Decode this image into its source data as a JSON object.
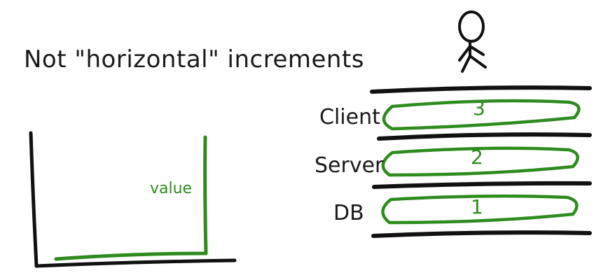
{
  "title": "Not \"horizontal\" increments",
  "chart": {
    "value_label": "value"
  },
  "layers": [
    {
      "label": "Client",
      "increment": "3"
    },
    {
      "label": "Server",
      "increment": "2"
    },
    {
      "label": "DB",
      "increment": "1"
    }
  ],
  "colors": {
    "ink": "#1a1a1a",
    "accent": "#2e8b1e"
  }
}
